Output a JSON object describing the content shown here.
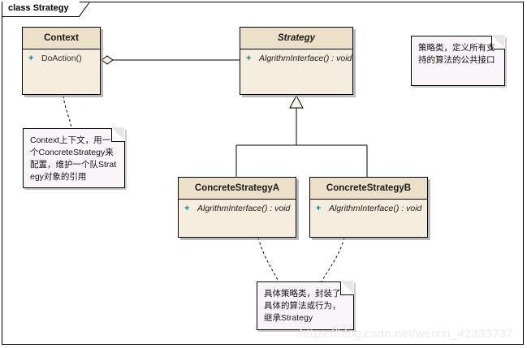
{
  "frame": {
    "label": "class Strategy"
  },
  "classes": [
    {
      "id": "context",
      "name": "Context",
      "abstract": false,
      "members": [
        {
          "visibility": "+",
          "signature": "DoAction()",
          "italic": false
        }
      ]
    },
    {
      "id": "strategy",
      "name": "Strategy",
      "abstract": true,
      "members": [
        {
          "visibility": "+",
          "signature": "AlgrithmInterface() : void",
          "italic": true
        }
      ]
    },
    {
      "id": "concrete-strategy-a",
      "name": "ConcreteStrategyA",
      "abstract": false,
      "members": [
        {
          "visibility": "+",
          "signature": "AlgrithmInterface() : void",
          "italic": true
        }
      ]
    },
    {
      "id": "concrete-strategy-b",
      "name": "ConcreteStrategyB",
      "abstract": false,
      "members": [
        {
          "visibility": "+",
          "signature": "AlgrithmInterface() : void",
          "italic": true
        }
      ]
    }
  ],
  "notes": [
    {
      "id": "note-strategy",
      "text": "策略类，定义所有支持的算法的公共接口"
    },
    {
      "id": "note-context",
      "text": "Context上下文，用一个ConcreteStrategy来配置，维护一个队Strategy对象的引用"
    },
    {
      "id": "note-concrete",
      "text": "具体策略类，封装了具体的算法或行为，继承Strategy"
    }
  ],
  "relations": [
    {
      "id": "aggregation-context-strategy",
      "type": "aggregation",
      "from": "Context",
      "to": "Strategy"
    },
    {
      "id": "generalization-a-strategy",
      "type": "generalization",
      "from": "ConcreteStrategyA",
      "to": "Strategy"
    },
    {
      "id": "generalization-b-strategy",
      "type": "generalization",
      "from": "ConcreteStrategyB",
      "to": "Strategy"
    },
    {
      "id": "anchor-context-note",
      "type": "note-anchor",
      "from": "Context",
      "to": "note-context"
    },
    {
      "id": "anchor-a-note",
      "type": "note-anchor",
      "from": "ConcreteStrategyA",
      "to": "note-concrete"
    },
    {
      "id": "anchor-b-note",
      "type": "note-anchor",
      "from": "ConcreteStrategyB",
      "to": "note-concrete"
    }
  ],
  "watermark": {
    "text": "https://blog.csdn.net/weixin_42333737"
  },
  "colors": {
    "class_header": "#ece0c8",
    "class_body": "#f5eedf",
    "note_fill": "#faf5f9",
    "visibility": "#0d7a8c",
    "line": "#000000",
    "watermark": "#eceaea"
  }
}
